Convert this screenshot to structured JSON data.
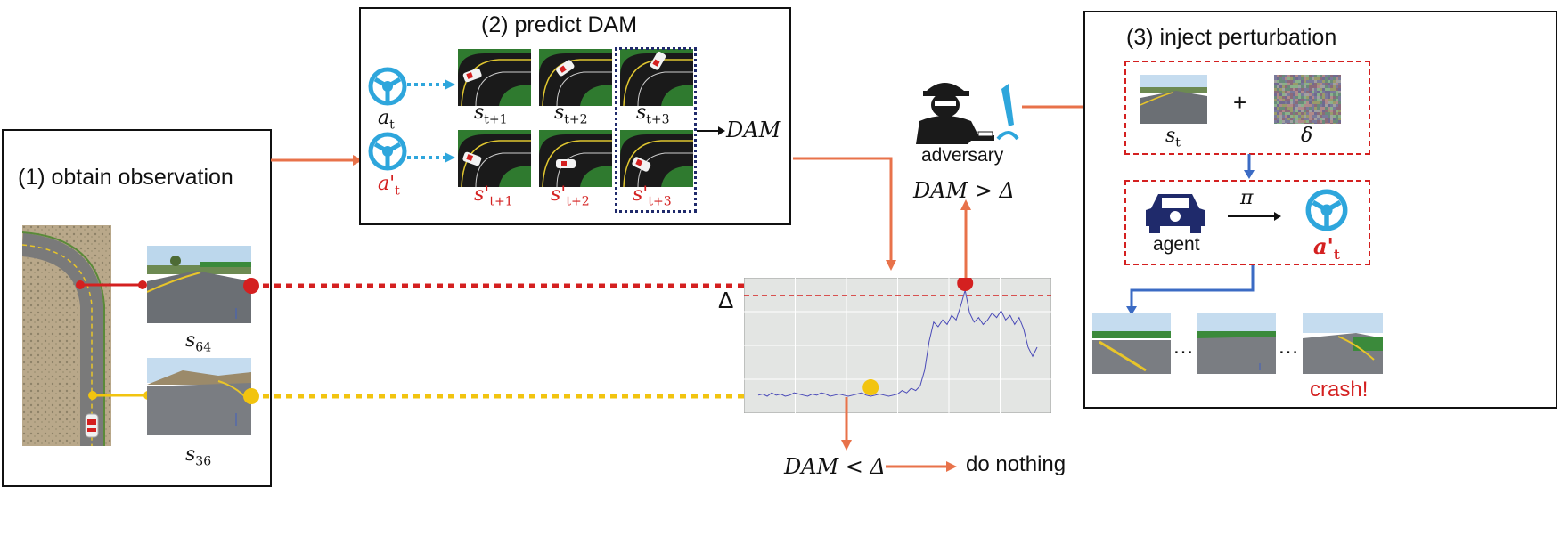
{
  "observation": {
    "title": "(1) obtain observation",
    "s64_label": "s",
    "s64_sub": "64",
    "s36_label": "s",
    "s36_sub": "36"
  },
  "predict": {
    "title": "(2) predict DAM",
    "a_label": "a",
    "a_sub": "t",
    "a_prime_label": "a'",
    "a_prime_sub": "t",
    "s_labels": [
      {
        "base": "s",
        "sub": "t+1"
      },
      {
        "base": "s",
        "sub": "t+2"
      },
      {
        "base": "s",
        "sub": "t+3"
      }
    ],
    "s_prime_labels": [
      {
        "base": "s'",
        "sub": "t+1"
      },
      {
        "base": "s'",
        "sub": "t+2"
      },
      {
        "base": "s'",
        "sub": "t+3"
      }
    ],
    "output": "DAM"
  },
  "adversary": {
    "label": "adversary",
    "condition_high": "DAM > Δ",
    "condition_low": "DAM < Δ",
    "action_low": "do nothing"
  },
  "plot": {
    "threshold_symbol": "Δ"
  },
  "inject": {
    "title": "(3) inject perturbation",
    "state_label": "s",
    "state_sub": "t",
    "plus": "+",
    "noise_label": "δ",
    "policy": "π",
    "agent_label": "agent",
    "action_label": "a'",
    "action_sub": "t",
    "ellipsis1": "…",
    "ellipsis2": "…",
    "result": "crash!"
  },
  "colors": {
    "orange": "#e8724a",
    "red": "#d42020",
    "yellow": "#f2c40f",
    "blue": "#3b6bc4",
    "cyan": "#2ea6dc",
    "navy": "#1f2a6b"
  },
  "chart_data": {
    "type": "line",
    "title": "",
    "xlabel": "",
    "ylabel": "",
    "threshold_label": "Δ",
    "series": [
      {
        "values": [
          0.08,
          0.09,
          0.07,
          0.1,
          0.08,
          0.09,
          0.07,
          0.08,
          0.1,
          0.09,
          0.08,
          0.07,
          0.09,
          0.08,
          0.1,
          0.09,
          0.07,
          0.08,
          0.09,
          0.08,
          0.07,
          0.08,
          0.09,
          0.1,
          0.08,
          0.07,
          0.08,
          0.09,
          0.08,
          0.07,
          0.08,
          0.09,
          0.12,
          0.1,
          0.14,
          0.12,
          0.16,
          0.3,
          0.55,
          0.72,
          0.68,
          0.74,
          0.7,
          0.78,
          0.74,
          0.86,
          1.0,
          0.8,
          0.72,
          0.76,
          0.7,
          0.74,
          0.8,
          0.76,
          0.82,
          0.74,
          0.78,
          0.7,
          0.76,
          0.66,
          0.5,
          0.42,
          0.5
        ]
      }
    ]
  }
}
